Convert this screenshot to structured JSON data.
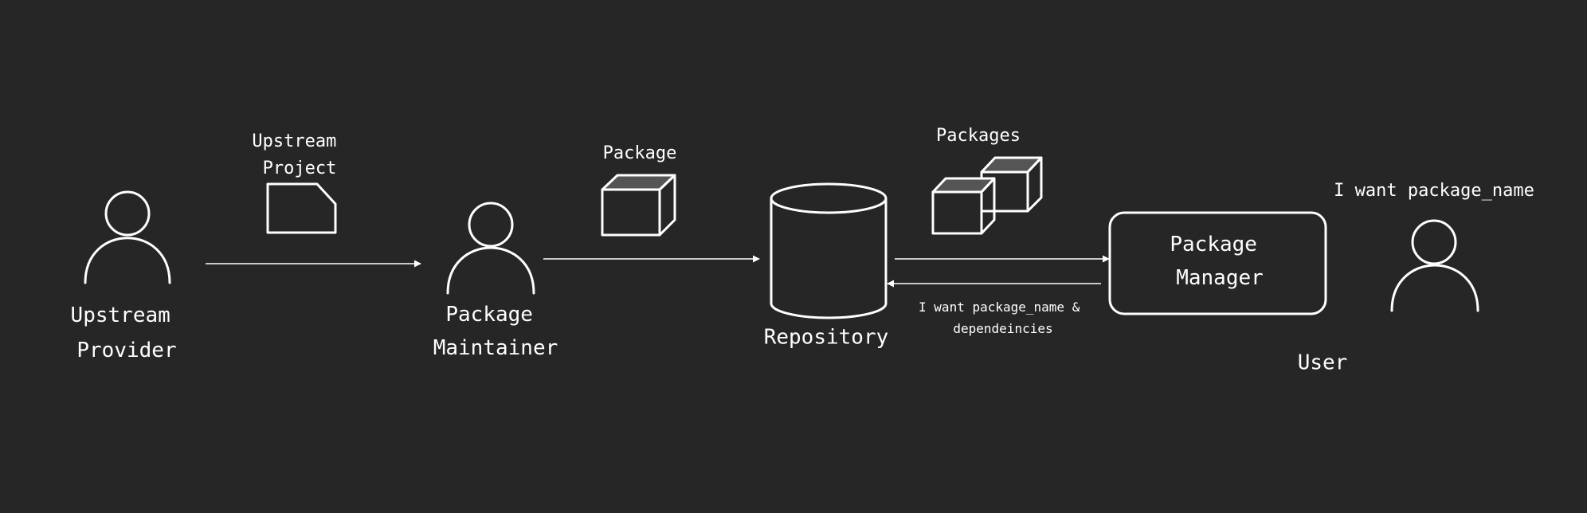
{
  "actors": {
    "upstream_provider": {
      "line1": "Upstream",
      "line2": "Provider",
      "icon": "person-icon"
    },
    "package_maintainer": {
      "line1": "Package",
      "line2": "Maintainer",
      "icon": "person-icon"
    },
    "user": {
      "label": "User",
      "speech": "I want package_name",
      "icon": "person-icon"
    }
  },
  "artifacts": {
    "upstream_project": {
      "line1": "Upstream",
      "line2": "Project",
      "icon": "document-icon"
    },
    "package": {
      "label": "Package",
      "icon": "box-icon"
    },
    "packages": {
      "label": "Packages",
      "icon": "boxes-icon"
    }
  },
  "repository": {
    "label": "Repository",
    "icon": "database-cylinder-icon"
  },
  "package_manager": {
    "line1": "Package",
    "line2": "Manager"
  },
  "request": {
    "line1": "I want package_name &",
    "line2": "dependeincies"
  },
  "colors": {
    "background": "#262626",
    "stroke": "#ffffff",
    "box_top": "#555555"
  }
}
